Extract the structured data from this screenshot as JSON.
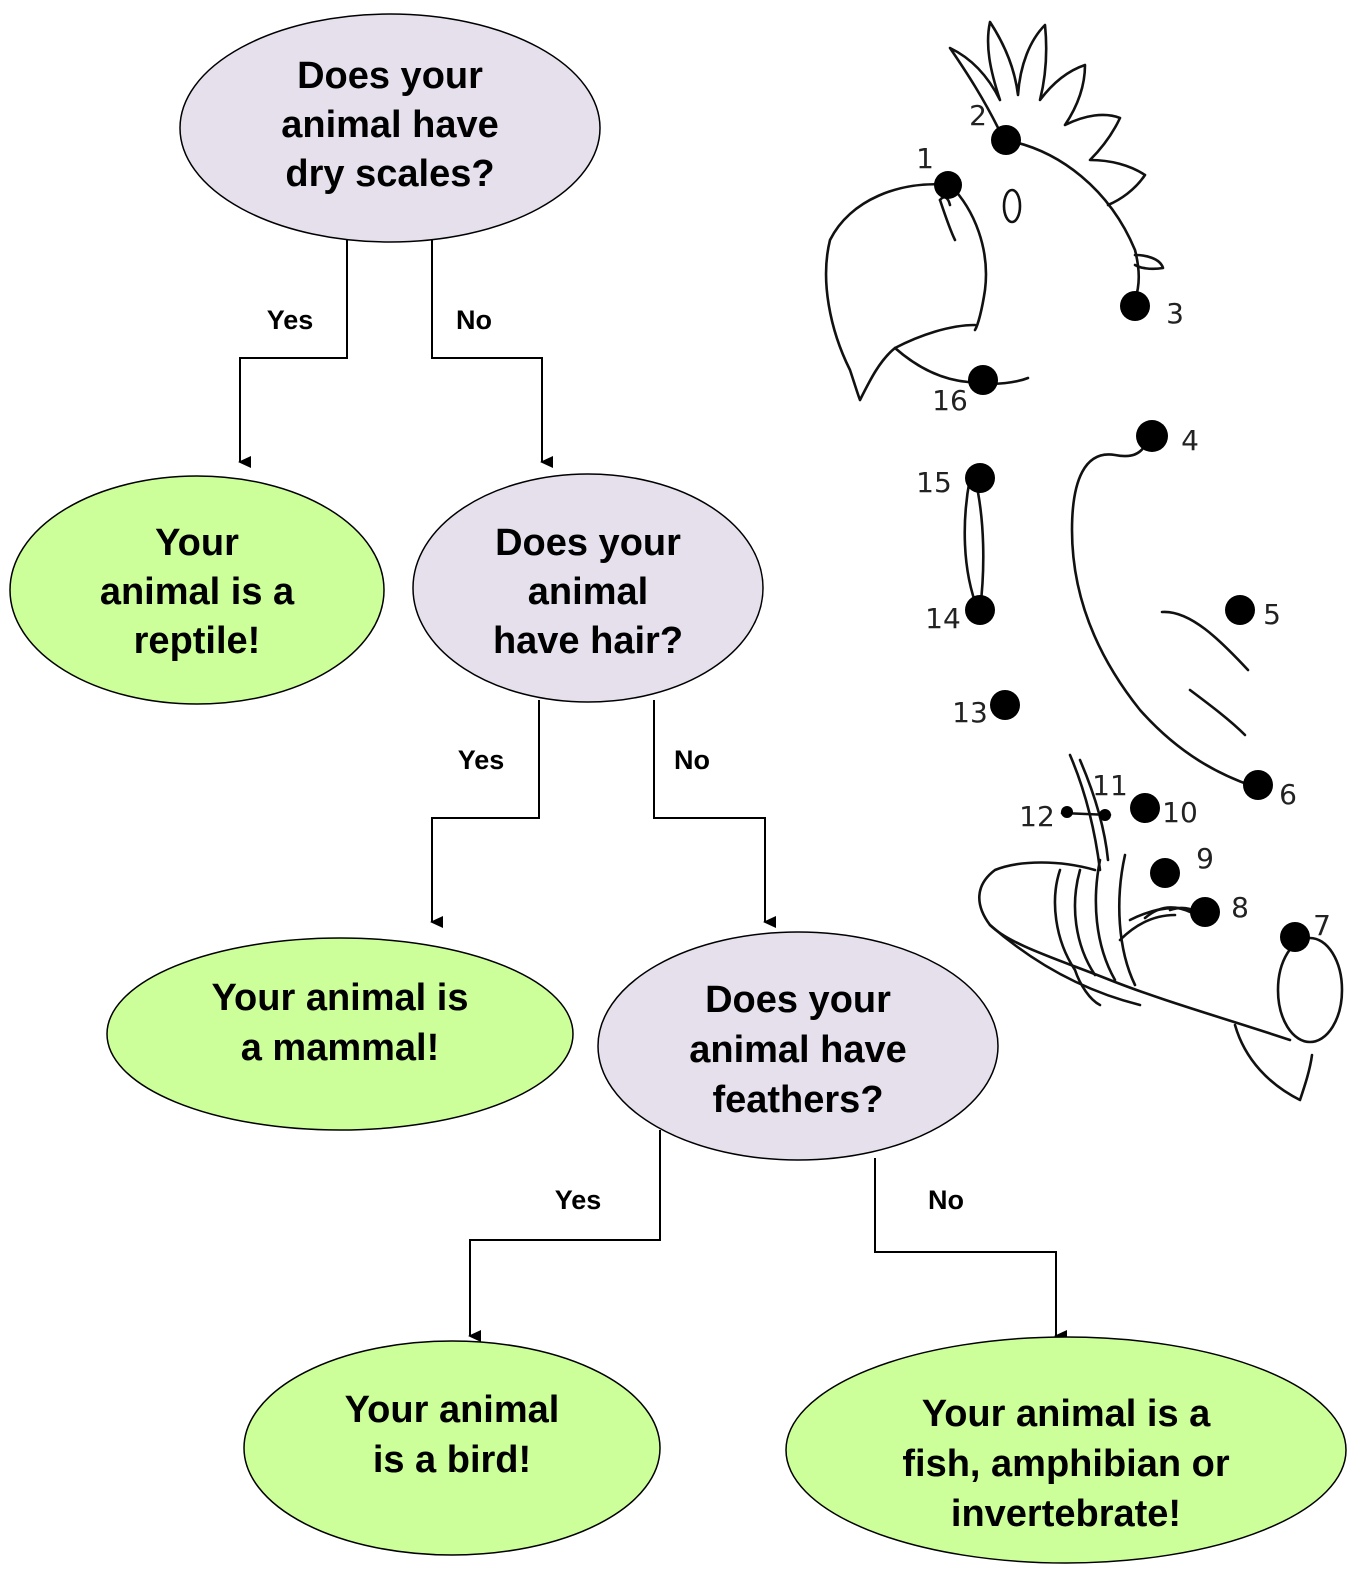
{
  "nodes": {
    "q1": {
      "lines": [
        "Does your",
        "animal have",
        "dry scales?"
      ],
      "fill": "#e6e0ec"
    },
    "a1": {
      "lines": [
        "Your",
        "animal is a",
        "reptile!"
      ],
      "fill": "#ccff99"
    },
    "q2": {
      "lines": [
        "Does your",
        "animal",
        "have hair?"
      ],
      "fill": "#e6e0ec"
    },
    "a2": {
      "lines": [
        "Your animal is",
        "a mammal!"
      ],
      "fill": "#ccff99"
    },
    "q3": {
      "lines": [
        "Does your",
        "animal have",
        "feathers?"
      ],
      "fill": "#e6e0ec"
    },
    "a3": {
      "lines": [
        "Your animal",
        "is a bird!"
      ],
      "fill": "#ccff99"
    },
    "a4": {
      "lines": [
        "Your animal is a",
        "fish, amphibian or",
        "invertebrate!"
      ],
      "fill": "#ccff99"
    }
  },
  "edges": {
    "e1_yes": "Yes",
    "e1_no": "No",
    "e2_yes": "Yes",
    "e2_no": "No",
    "e3_yes": "Yes",
    "e3_no": "No"
  },
  "dot_to_dot": {
    "numbers": [
      "1",
      "2",
      "3",
      "4",
      "5",
      "6",
      "7",
      "8",
      "9",
      "10",
      "11",
      "12",
      "13",
      "14",
      "15",
      "16"
    ]
  }
}
